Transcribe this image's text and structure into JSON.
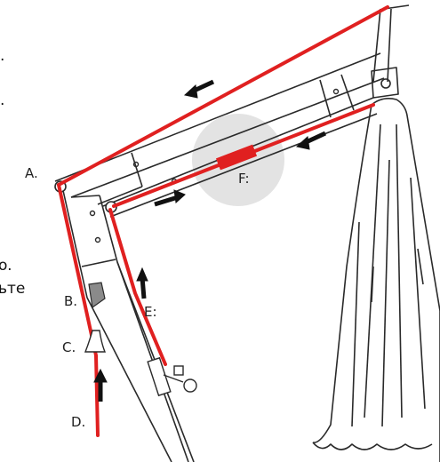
{
  "labels": {
    "A": "A.",
    "B": "B.",
    "C": "C.",
    "D": "D.",
    "E": "E:",
    "F": "F:"
  },
  "edge_text": {
    "line1": ".",
    "line2": ".",
    "line3": "o.",
    "line4": "ьте"
  },
  "colors": {
    "rope": "#e02020",
    "frame_outline": "#2a2a2a",
    "highlight_circle": "#d9d9d9",
    "arrow": "#111111",
    "background": "#ffffff"
  },
  "icons": {
    "pulley": "pulley-icon",
    "crank": "crank-handle-icon",
    "clamp": "rope-clamp-icon",
    "bell": "rope-stopper-icon",
    "umbrella": "closed-umbrella-canopy"
  }
}
